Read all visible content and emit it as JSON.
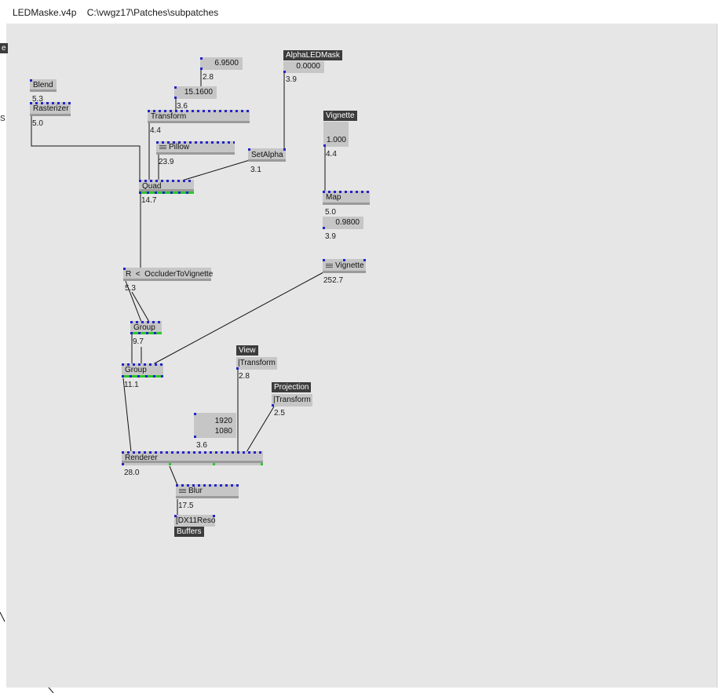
{
  "window": {
    "filename": "LEDMaske.v4p",
    "path": "C:\\vwgz17\\Patches\\subpatches"
  },
  "nodes": {
    "blend": "Blend",
    "rasterizer": "Rasterizer",
    "transform": "Transform",
    "pillow": "Pillow",
    "quad": "Quad",
    "setalpha": "SetAlpha",
    "map": "Map",
    "vignette": "Vignette",
    "occluder": "R  <  OccluderToVignette",
    "group1": "Group",
    "group2": "Group",
    "view_transform": "|Transform",
    "proj_transform": "|Transform",
    "renderer": "Renderer",
    "blur": "Blur",
    "dx11": "[DX11Reso"
  },
  "labels": {
    "alpha_led_mask": "AlphaLEDMask",
    "vignette": "Vignette",
    "view": "View",
    "projection": "Projection",
    "buffers": "Buffers",
    "clipped_left_top": "e",
    "clipped_left_mid": "S"
  },
  "values": {
    "io_6950": "6.9500",
    "io_15160": "15.1600",
    "io_alpha": "0.0000",
    "io_vignette": "1.000",
    "io_map": "0.9800",
    "io_res_w": "1920",
    "io_res_h": "1080"
  },
  "timings": {
    "blend": "5.3",
    "rasterizer": "5.0",
    "io_6950": "2.8",
    "io_15160": "3.6",
    "transform": "4.4",
    "pillow": "23.9",
    "quad": "14.7",
    "alpha": "3.9",
    "setalpha": "3.1",
    "io_vignette": "4.4",
    "map": "5.0",
    "io_map": "3.9",
    "vignette": "252.7",
    "occluder": "5.3",
    "group1": "9.7",
    "group2": "11.1",
    "view": "2.8",
    "projection": "2.5",
    "io_res": "3.6",
    "renderer": "28.0",
    "blur": "17.5"
  }
}
